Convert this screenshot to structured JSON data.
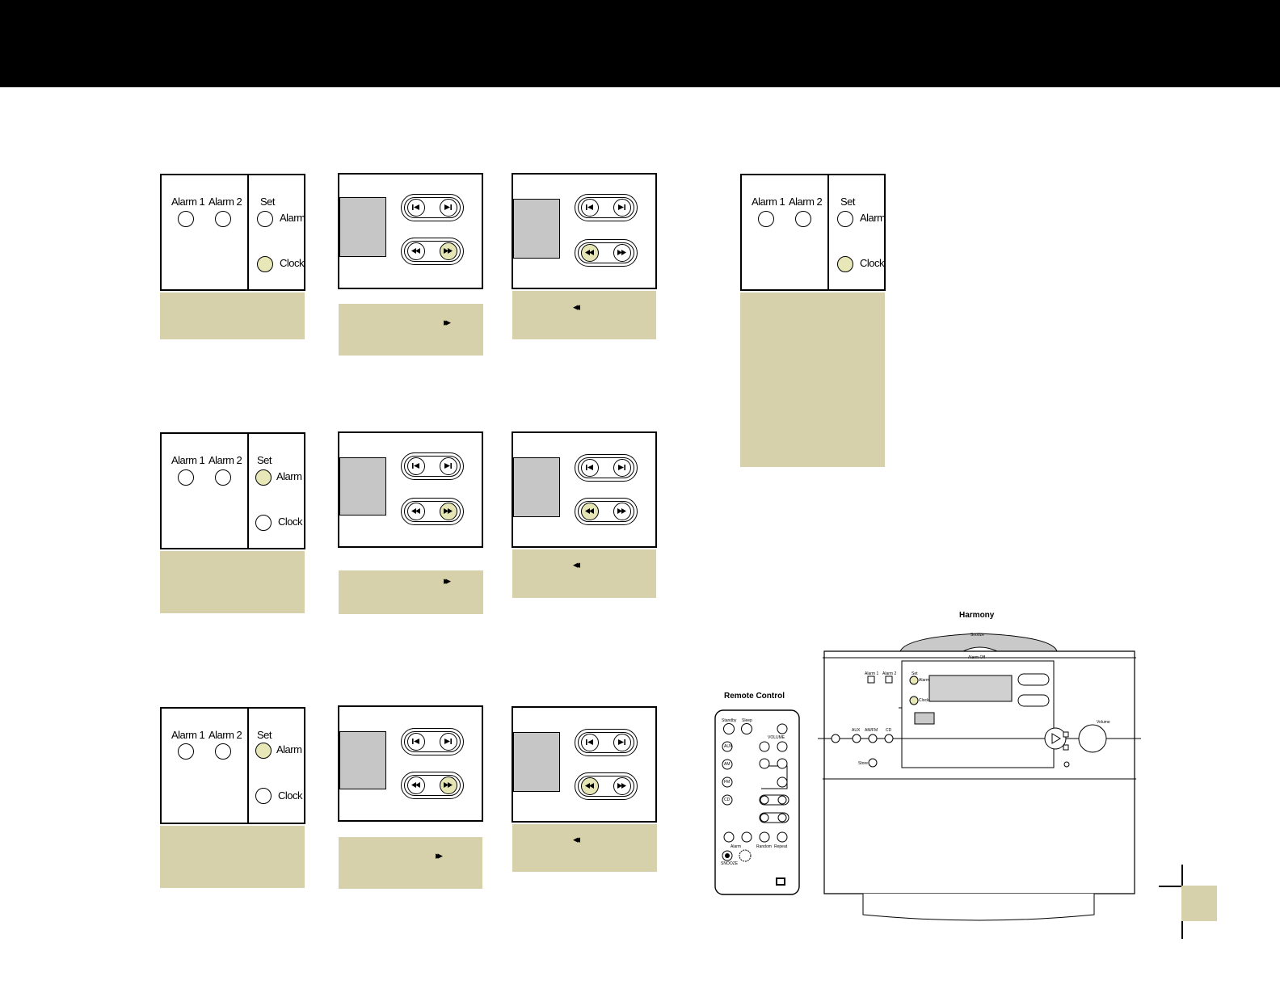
{
  "alarm_panel": {
    "alarm1_label": "Alarm 1",
    "alarm2_label": "Alarm 2",
    "set_label": "Set",
    "alarm_label": "Alarm",
    "clock_label": "Clock"
  },
  "rows": [
    {
      "lit": "clock",
      "ff_symbol": "▸▸",
      "rew_symbol": "◂◂"
    },
    {
      "lit": "alarm",
      "ff_symbol": "▸▸",
      "rew_symbol": "◂◂"
    },
    {
      "lit": "alarm",
      "ff_symbol": "▸▸",
      "rew_symbol": "◂◂"
    }
  ],
  "right_panel": {
    "lit": "clock"
  },
  "remote": {
    "title": "Remote Control",
    "standby": "Standby",
    "sleep": "Sleep",
    "volume": "VOLUME",
    "aux": "AUX",
    "am": "AM",
    "fm": "FM",
    "cd": "CD",
    "alarm": "Alarm",
    "random": "Random",
    "repeat": "Repeat",
    "snooze": "SNOOZE"
  },
  "unit": {
    "title": "Harmony",
    "snooze": "Snooze",
    "alarm_off": "Alarm Off",
    "alarm1": "Alarm 1",
    "alarm2": "Alarm 2",
    "set": "Set",
    "alarm": "Alarm",
    "clock": "Clock",
    "aux": "AUX",
    "amfm": "AM/FM",
    "cd": "CD",
    "volume": "Volume",
    "store": "Store"
  },
  "colors": {
    "caption_fill": "#d6d1ab",
    "lit_button": "#e8e7b8",
    "display_gray": "#c6c6c6",
    "header_bar": "#000000"
  }
}
